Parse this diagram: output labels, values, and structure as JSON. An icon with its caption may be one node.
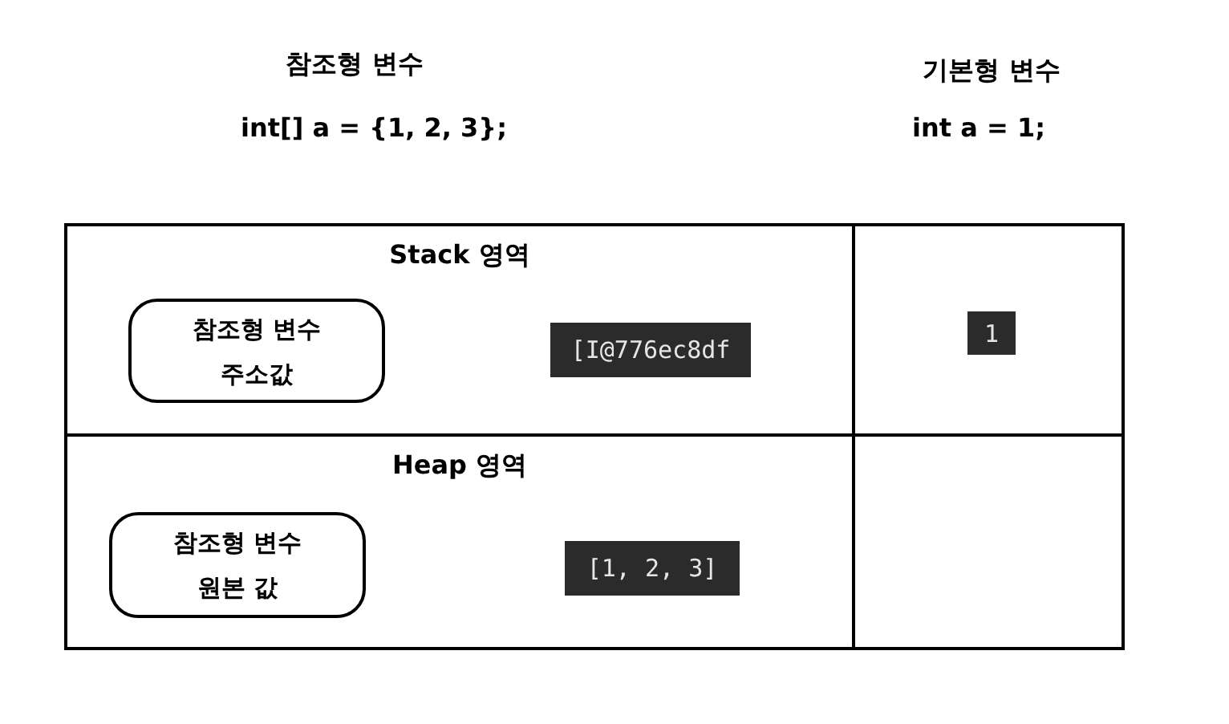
{
  "diagram": {
    "nodes": [
      {
        "text": [
          "Stack 영역"
        ]
      },
      {
        "text": [
          "참조형 변수 주소값"
        ],
        "in": 0
      },
      {
        "text": [
          "[I@776ec8df"
        ],
        "in": 0
      },
      {
        "text": [],
        "shape": "box"
      },
      {
        "text": [
          "1"
        ],
        "in": 3
      },
      {
        "text": [
          "Heap 영역"
        ]
      },
      {
        "text": [
          "참조형 변수 원본 값"
        ],
        "in": 5
      },
      {
        "text": [
          "[1, 2, 3]"
        ],
        "in": 5
      },
      {
        "text": [],
        "shape": "box"
      }
    ],
    "labels": [
      "참조형 변수",
      "int[] a = {1, 2, 3};",
      "기본형 변수",
      "int a = 1;"
    ]
  }
}
